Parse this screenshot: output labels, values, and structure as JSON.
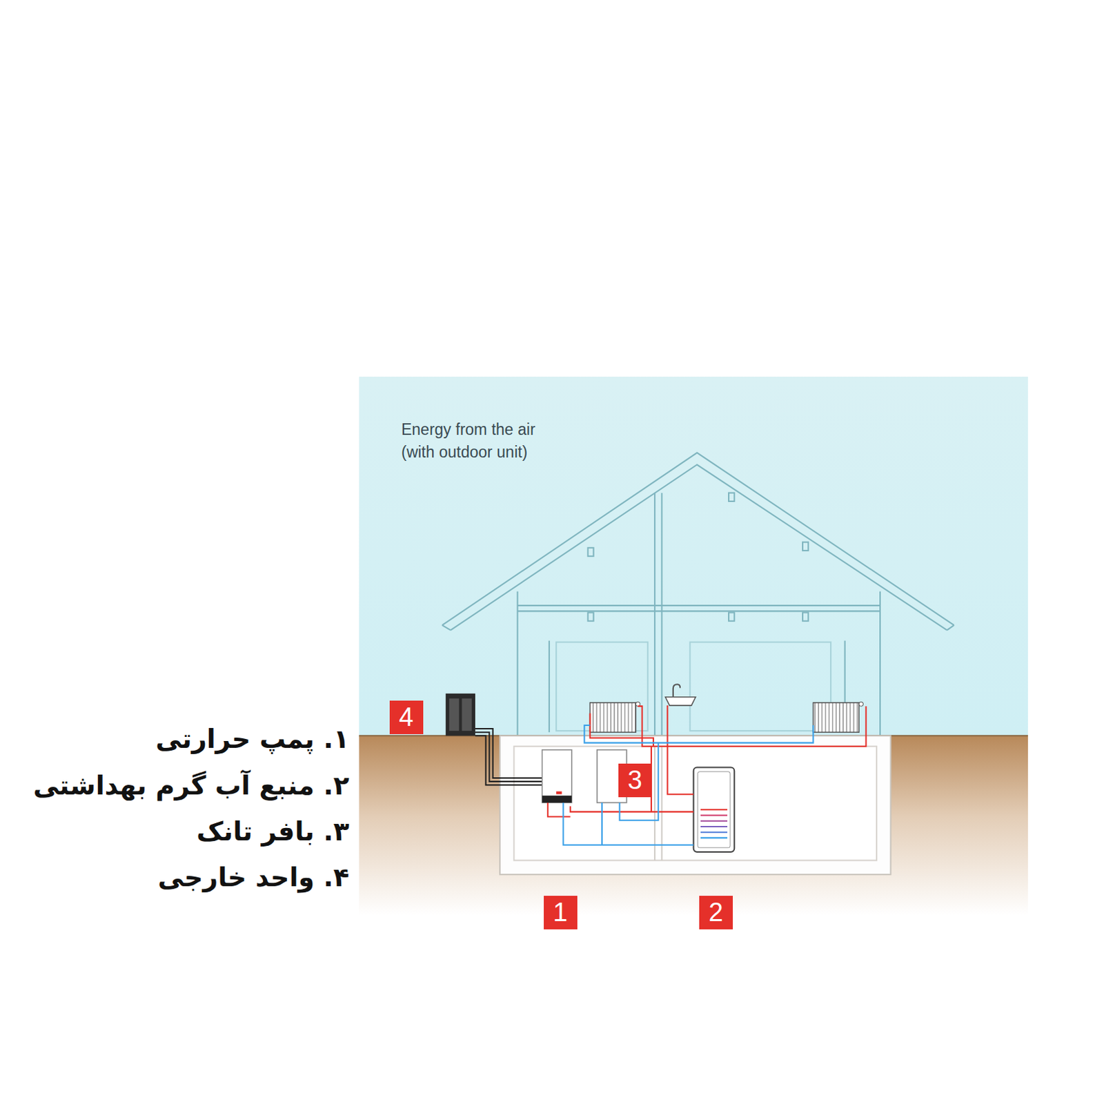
{
  "diagram": {
    "labels": [
      "۱. پمپ حرارتی",
      "۲. منبع آب گرم بهداشتی",
      "۳. بافر تانک",
      "۴. واحد خارجی",
      "Energy from the air (with outdoor unit)",
      "4",
      "3",
      "1",
      "2"
    ]
  }
}
